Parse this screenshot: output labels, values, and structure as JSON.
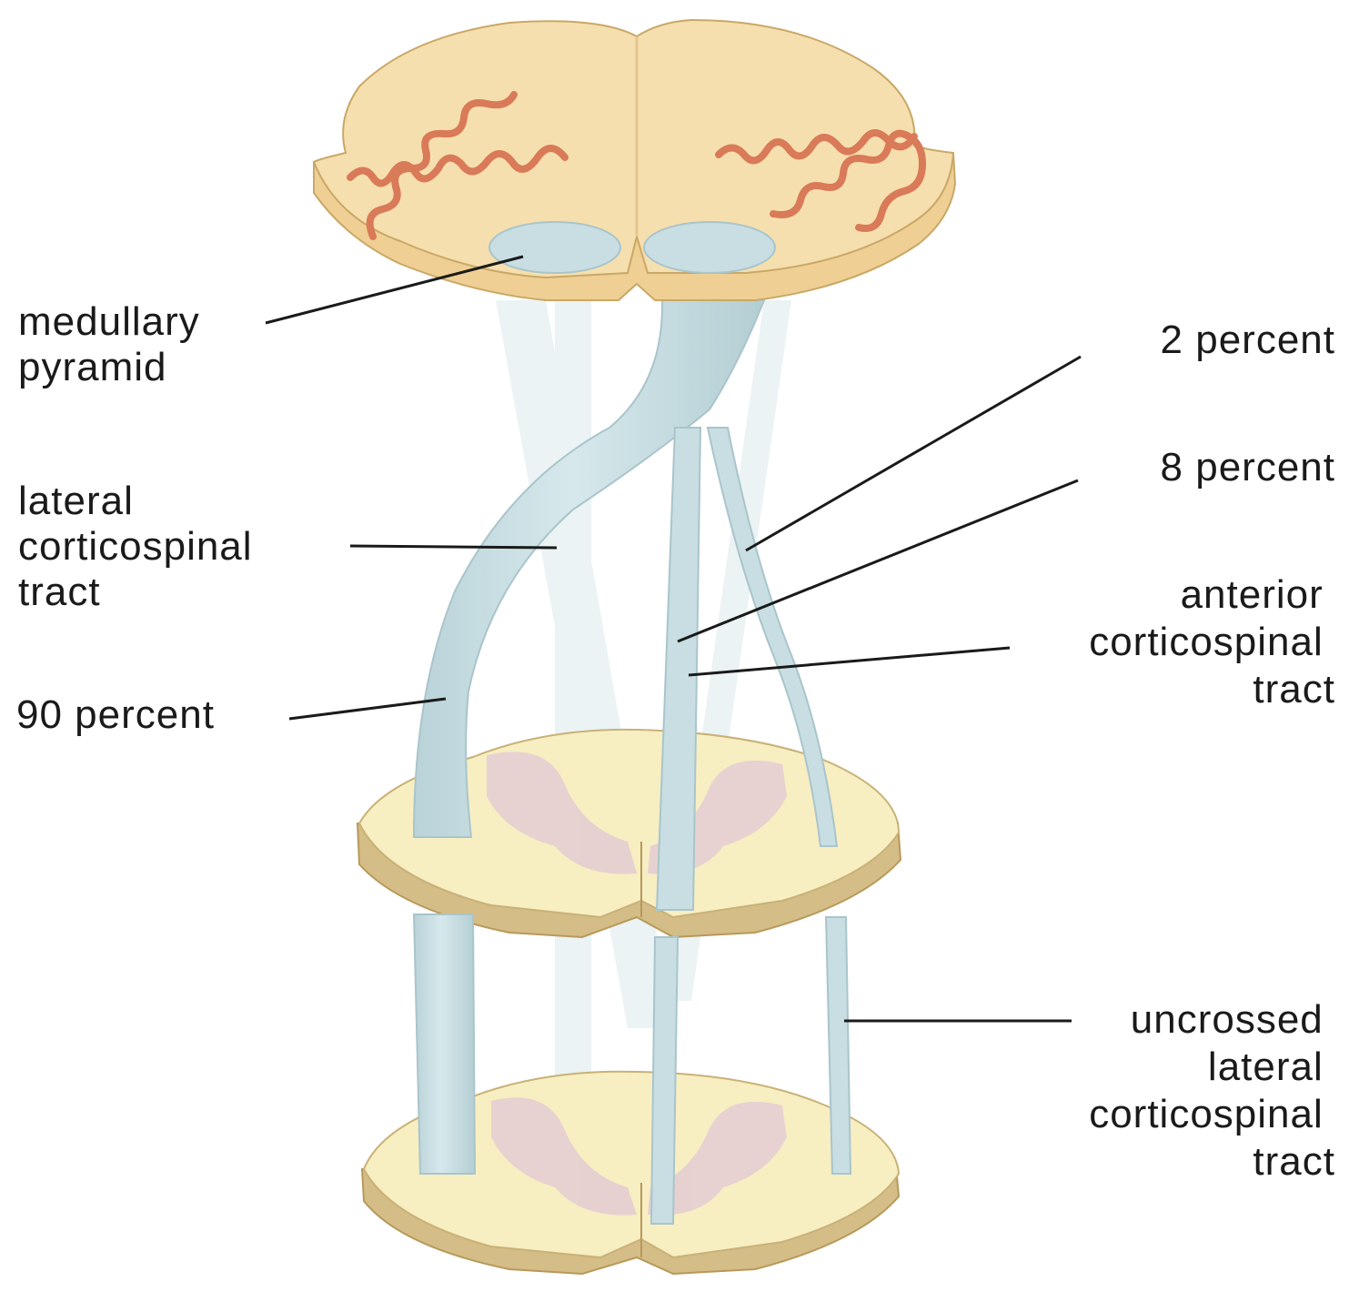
{
  "labels": {
    "medullary_pyramid": [
      "medullary",
      "pyramid"
    ],
    "lateral_cst": [
      "lateral",
      "corticospinal",
      "tract"
    ],
    "ninety_percent": "90 percent",
    "two_percent": "2 percent",
    "eight_percent": "8 percent",
    "anterior_cst": [
      "anterior",
      "corticospinal",
      "tract"
    ],
    "uncrossed_lateral_cst": [
      "uncrossed",
      "lateral",
      "corticospinal",
      "tract"
    ]
  },
  "colors": {
    "tissue": "#f6dfae",
    "spinal_tissue": "#f7eec2",
    "tissue_edge": "#c9a866",
    "nerve_tract": "#c8dee2",
    "olive": "#d97a58",
    "gray_matter": "#e4cdd3"
  }
}
